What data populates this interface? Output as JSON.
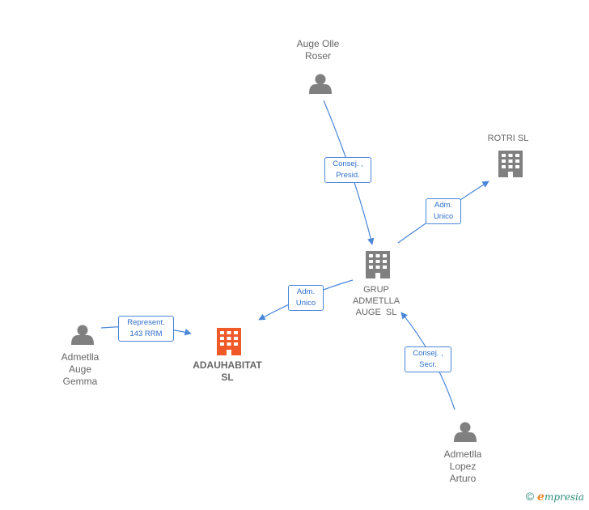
{
  "nodes": {
    "auge_olle_roser": {
      "lines": [
        "Auge Olle",
        "Roser"
      ],
      "kind": "person",
      "icon": "person-icon"
    },
    "rotri_sl": {
      "lines": [
        "ROTRI SL"
      ],
      "kind": "company",
      "icon": "building-icon"
    },
    "grup_admetlla": {
      "lines": [
        "GRUP",
        "ADMETLLA",
        "AUGE  SL"
      ],
      "kind": "company",
      "icon": "building-icon"
    },
    "adauhabitat": {
      "lines": [
        "ADAUHABITAT",
        "SL"
      ],
      "kind": "focus-company",
      "icon": "building-icon"
    },
    "admetlla_auge_gemma": {
      "lines": [
        "Admetlla",
        "Auge",
        "Gemma"
      ],
      "kind": "person",
      "icon": "person-icon"
    },
    "admetlla_lopez_arturo": {
      "lines": [
        "Admetlla",
        "Lopez",
        "Arturo"
      ],
      "kind": "person",
      "icon": "person-icon"
    }
  },
  "edges": {
    "roser_to_grup": {
      "lines": [
        "Consej. ,",
        "Presid."
      ]
    },
    "grup_to_rotri": {
      "lines": [
        "Adm.",
        "Unico"
      ]
    },
    "grup_to_adau": {
      "lines": [
        "Adm.",
        "Unico"
      ]
    },
    "gemma_to_adau": {
      "lines": [
        "Represent.",
        "143 RRM"
      ]
    },
    "arturo_to_grup": {
      "lines": [
        "Consej. ,",
        "Secr."
      ]
    }
  },
  "footer": {
    "copyright": "©",
    "brand_first": "e",
    "brand_rest": "mpresia"
  },
  "colors": {
    "edge": "#4a86d8",
    "node_gray": "#808080",
    "focus": "#f05a28"
  }
}
